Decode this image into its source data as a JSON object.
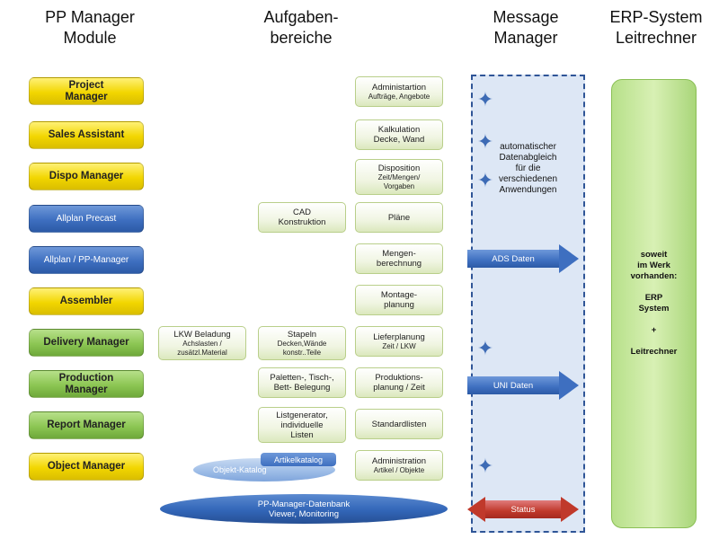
{
  "headers": {
    "modules": [
      "PP Manager",
      "Module"
    ],
    "tasks": [
      "Aufgaben-",
      "bereiche"
    ],
    "message": [
      "Message",
      "Manager"
    ],
    "erp": [
      "ERP-System",
      "Leitrechner"
    ]
  },
  "modules": [
    {
      "label": "Project\nManager",
      "color": "yellow"
    },
    {
      "label": "Sales Assistant",
      "color": "yellow"
    },
    {
      "label": "Dispo Manager",
      "color": "yellow"
    },
    {
      "label": "Allplan Precast",
      "color": "blue"
    },
    {
      "label": "Allplan / PP-Manager",
      "color": "blue"
    },
    {
      "label": "Assembler",
      "color": "yellow"
    },
    {
      "label": "Delivery Manager",
      "color": "green"
    },
    {
      "label": "Production\nManager",
      "color": "green"
    },
    {
      "label": "Report Manager",
      "color": "green"
    },
    {
      "label": "Object Manager",
      "color": "yellow"
    }
  ],
  "tasks_main": [
    {
      "line1": "Administartion",
      "line2": "Aufträge, Angebote"
    },
    {
      "line1": "Kalkulation",
      "line2": "Decke, Wand"
    },
    {
      "line1": "Disposition",
      "line2": "Zeit/Mengen/\nVorgaben"
    },
    {
      "line1": "Pläne",
      "line2": ""
    },
    {
      "line1": "Mengen-",
      "line2": "berechnung"
    },
    {
      "line1": "Montage-",
      "line2": "planung"
    },
    {
      "line1": "Lieferplanung",
      "line2": "Zeit / LKW"
    },
    {
      "line1": "Produktions-",
      "line2": "planung / Zeit"
    },
    {
      "line1": "Standardlisten",
      "line2": ""
    },
    {
      "line1": "Administration",
      "line2": "Artikel / Objekte"
    }
  ],
  "tasks_extra": {
    "cad": [
      "CAD",
      "Konstruktion"
    ],
    "stapeln": [
      "Stapeln",
      "Decken,Wände",
      "konstr..Teile"
    ],
    "lkw": [
      "LKW Beladung",
      "Achslasten /",
      "zusätzl.Material"
    ],
    "paletten": [
      "Paletten-, Tisch-,",
      "Bett- Belegung"
    ],
    "listgen": [
      "Listgenerator,",
      "individuelle",
      "Listen"
    ]
  },
  "message_manager": {
    "text": [
      "automatischer",
      "Datenabgleich",
      "für die",
      "verschiedenen",
      "Anwendungen"
    ],
    "arrow_ads": "ADS Daten",
    "arrow_uni": "UNI Daten",
    "arrow_status": "Status",
    "icon": "star-sync-icon"
  },
  "erp": {
    "lines1": [
      "soweit",
      "im Werk",
      "vorhanden:"
    ],
    "lines2": [
      "ERP",
      "System"
    ],
    "plus": "+",
    "lines3": [
      "Leitrechner"
    ]
  },
  "database": {
    "line1": "PP-Manager-Datenbank",
    "line2": "Viewer, Monitoring"
  },
  "catalogs": {
    "objekt": "Objekt-Katalog",
    "artikel": "Artikelkatalog"
  },
  "colors": {
    "yellow": "#f2d600",
    "green": "#8cc653",
    "blue": "#3e6fc0",
    "red": "#c0392b",
    "mm_zone": "#dde7f5"
  }
}
